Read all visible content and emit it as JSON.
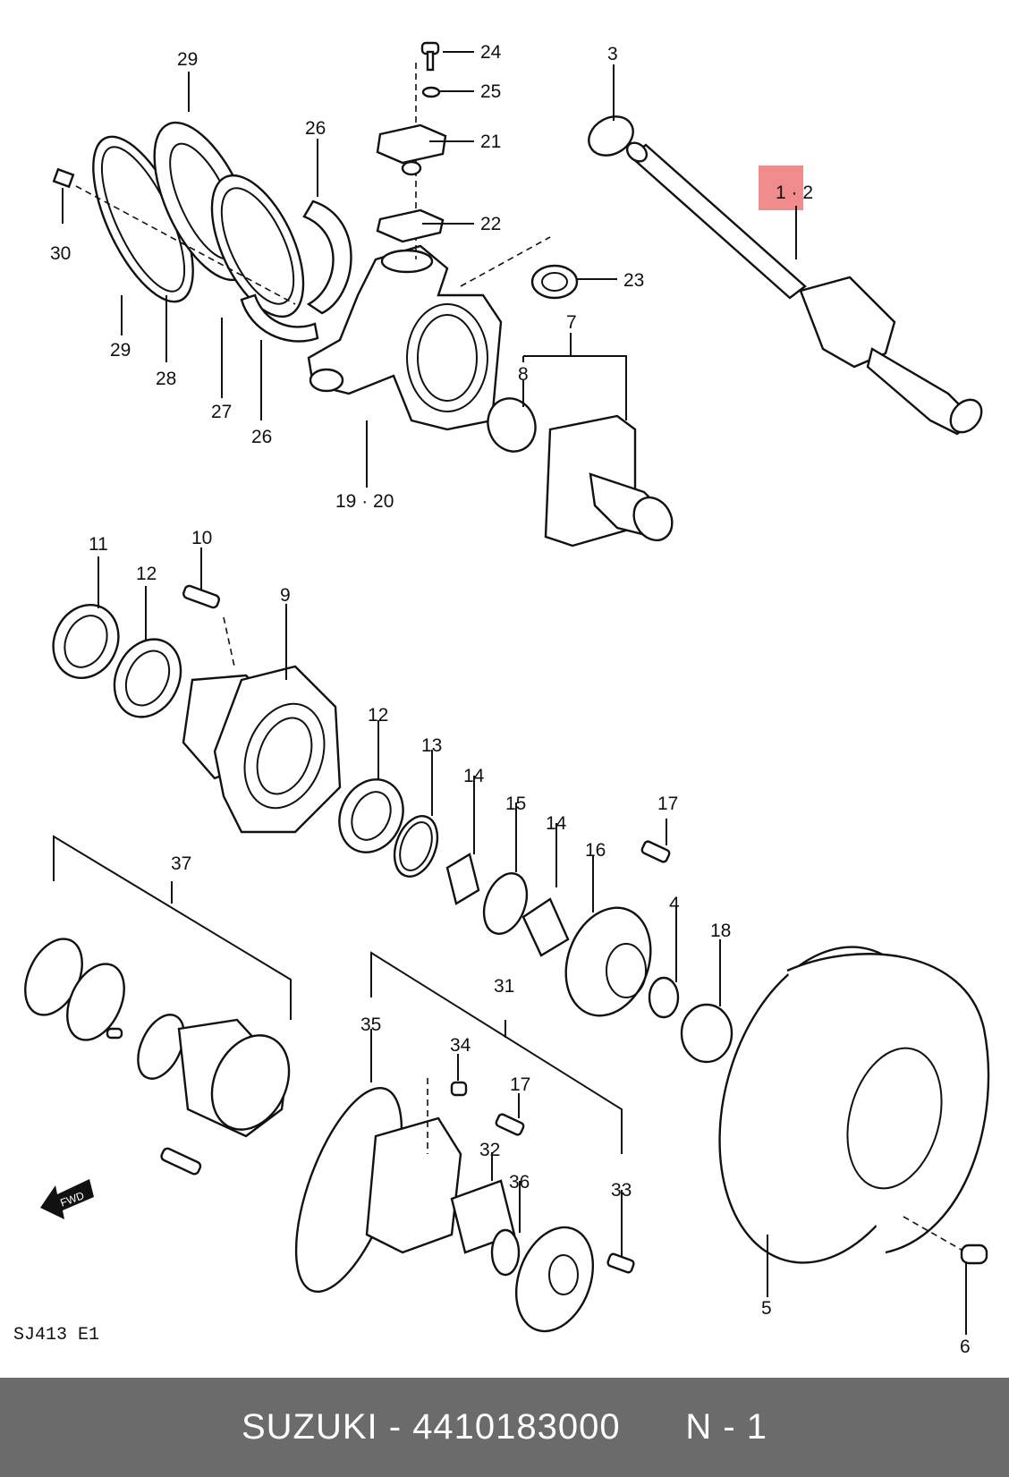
{
  "diagram": {
    "labels": {
      "p29a": "29",
      "p29b": "29",
      "p30": "30",
      "p28": "28",
      "p27": "27",
      "p26a": "26",
      "p26b": "26",
      "p24": "24",
      "p25": "25",
      "p21": "21",
      "p22": "22",
      "p23": "23",
      "p1920": "19 · 20",
      "p7": "7",
      "p8": "8",
      "p3": "3",
      "p12a": "1 · 2",
      "p11": "11",
      "p12b": "12",
      "p10": "10",
      "p9": "9",
      "p12c": "12",
      "p13": "13",
      "p14a": "14",
      "p15": "15",
      "p14b": "14",
      "p16": "16",
      "p17a": "17",
      "p4": "4",
      "p18": "18",
      "p37": "37",
      "p31": "31",
      "p35": "35",
      "p34": "34",
      "p17b": "17",
      "p32": "32",
      "p36": "36",
      "p33": "33",
      "p5": "5",
      "p6": "6"
    },
    "fwd_label": "FWD",
    "code": "SJ413 E1",
    "highlight_color": "#f08c8c"
  },
  "footer": {
    "brand": "SUZUKI",
    "separator": " - ",
    "part_number": "4410183000",
    "page": "N - 1",
    "background": "#6b6b6b"
  }
}
